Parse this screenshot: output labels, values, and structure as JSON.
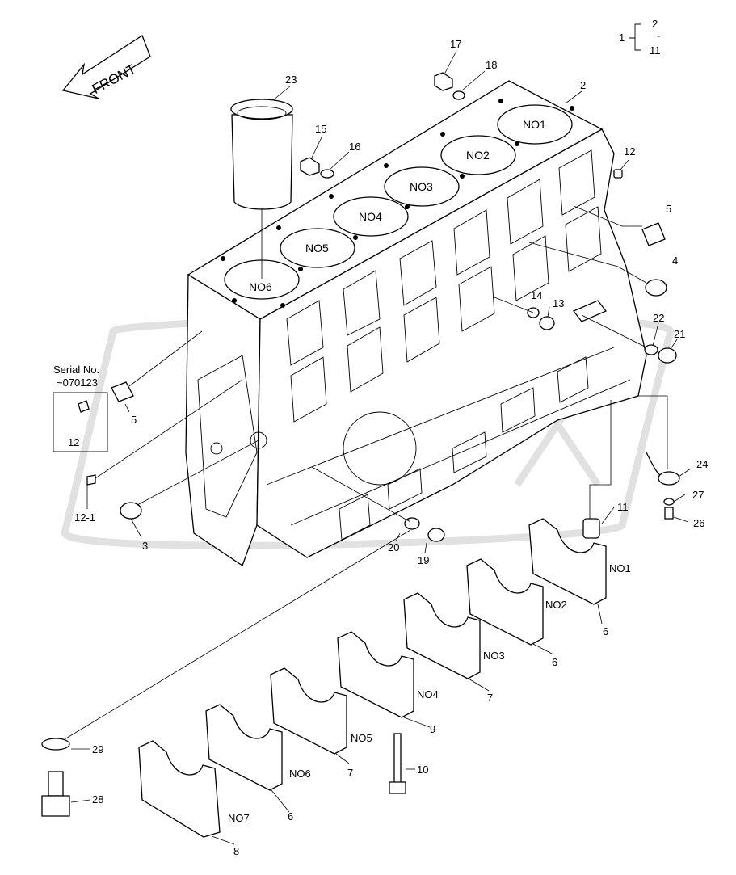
{
  "front_label": "FRONT",
  "serial_box": {
    "title": "Serial No.",
    "range": "~070123",
    "part": "12"
  },
  "legend": {
    "parent": "1",
    "first": "2",
    "tilde": "~",
    "last": "11"
  },
  "cylinders": [
    "NO1",
    "NO2",
    "NO3",
    "NO4",
    "NO5",
    "NO6"
  ],
  "bearing_caps": [
    "NO1",
    "NO2",
    "NO3",
    "NO4",
    "NO5",
    "NO6",
    "NO7"
  ],
  "callouts": {
    "c2": "2",
    "c3": "3",
    "c4": "4",
    "c5a": "5",
    "c5b": "5",
    "c6a": "6",
    "c6b": "6",
    "c6c": "6",
    "c7a": "7",
    "c7b": "7",
    "c8": "8",
    "c9": "9",
    "c10": "10",
    "c11": "11",
    "c12a": "12",
    "c12_1": "12-1",
    "c13": "13",
    "c14": "14",
    "c15": "15",
    "c16": "16",
    "c17": "17",
    "c18": "18",
    "c19": "19",
    "c20": "20",
    "c21": "21",
    "c22": "22",
    "c23": "23",
    "c24": "24",
    "c26": "26",
    "c27": "27",
    "c28": "28",
    "c29": "29"
  }
}
